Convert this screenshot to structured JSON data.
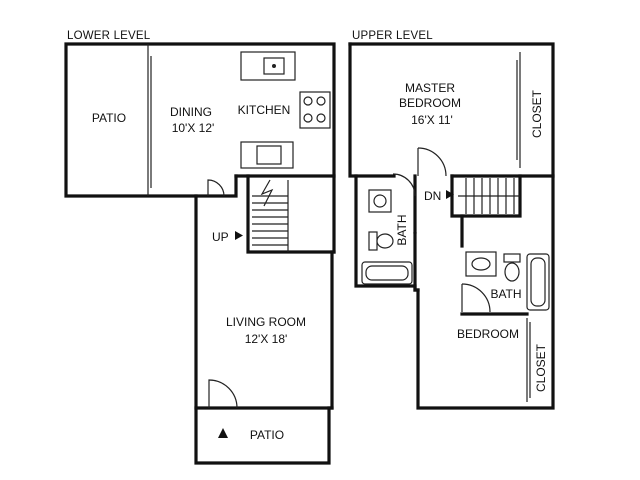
{
  "levels": {
    "lower": {
      "heading": "LOWER LEVEL",
      "rooms": {
        "patio_top": "PATIO",
        "dining_name": "DINING",
        "dining_size": "10'X 12'",
        "kitchen": "KITCHEN",
        "living_name": "LIVING ROOM",
        "living_size": "12'X 18'",
        "patio_bottom": "PATIO"
      },
      "stairs_label": "UP"
    },
    "upper": {
      "heading": "UPPER LEVEL",
      "rooms": {
        "master_name_1": "MASTER",
        "master_name_2": "BEDROOM",
        "master_size": "16'X 11'",
        "closet_top": "CLOSET",
        "bath_left": "BATH",
        "bath_right": "BATH",
        "bedroom": "BEDROOM",
        "closet_bottom": "CLOSET"
      },
      "stairs_label": "DN"
    }
  }
}
